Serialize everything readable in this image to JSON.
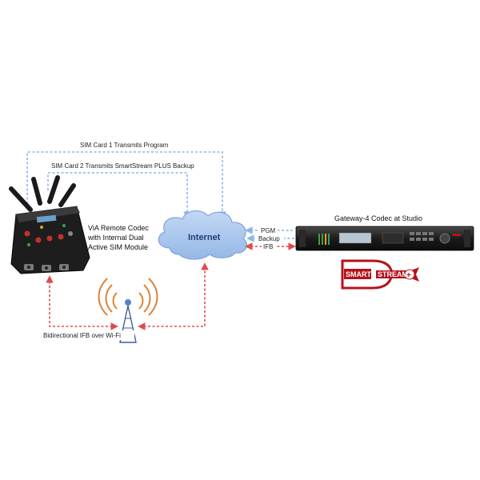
{
  "labels": {
    "sim1": "SIM Card 1 Transmits Program",
    "sim2": "SIM Card 2 Transmits SmartStream PLUS Backup",
    "remote_line1": "ViA Remote Codec",
    "remote_line2": "with Internal Dual",
    "remote_line3": "Active SIM Module",
    "internet": "Internet",
    "gateway": "Gateway-4 Codec at Studio",
    "pgm": "PGM",
    "backup": "Backup",
    "ifb": "IFB",
    "wifi": "Bidirectional IFB over Wi-Fi"
  },
  "logo": {
    "word1": "SMART",
    "word2": "STREAM",
    "plus_glyph": "+"
  },
  "colors": {
    "blue_link": "#8fb3e6",
    "red_link": "#e24a4a",
    "cloud_fill": "#a9c7ee",
    "cloud_stroke": "#7fa4d9",
    "logo_red": "#b5121b"
  }
}
